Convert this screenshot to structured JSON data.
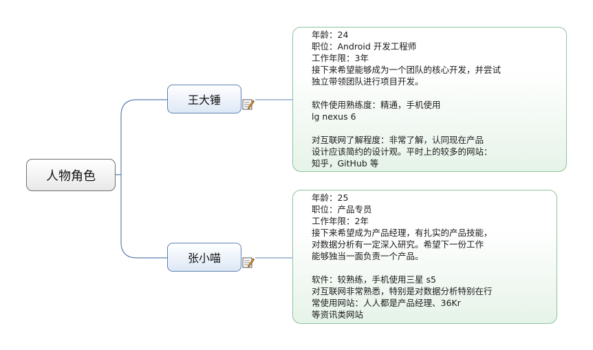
{
  "root": {
    "label": "人物角色"
  },
  "branches": [
    {
      "label": "王大锤",
      "note_lines": [
        "年龄：24",
        "职位：Android 开发工程师",
        "工作年限：3年",
        "接下来希望能够成为一个团队的核心开发，并尝试",
        "独立带领团队进行项目开发。",
        "",
        "软件使用熟练度：精通，手机使用",
        "lg nexus 6",
        "",
        "对互联网了解程度：非常了解，认同现在产品",
        "设计应该简约的设计观。平时上的较多的网站：",
        "知乎，GitHub 等"
      ]
    },
    {
      "label": "张小喵",
      "note_lines": [
        "年龄：25",
        "职位：产品专员",
        "工作年限：2年",
        "接下来希望成为产品经理，有扎实的产品技能，",
        "对数据分析有一定深入研究。希望下一份工作",
        "能够独当一面负责一个产品。",
        "",
        "软件：较熟练，手机使用三星 s5",
        "对互联网非常熟悉，特别是对数据分析特别在行",
        "常使用网站：人人都是产品经理、36Kr",
        "等资讯类网站"
      ]
    }
  ],
  "colors": {
    "connector": "#5b7fb0",
    "note_connector": "#8cc39a",
    "note_border": "#8cc39a",
    "branch_border": "#5b7fb0"
  },
  "icons": {
    "note": "note-edit-icon"
  }
}
